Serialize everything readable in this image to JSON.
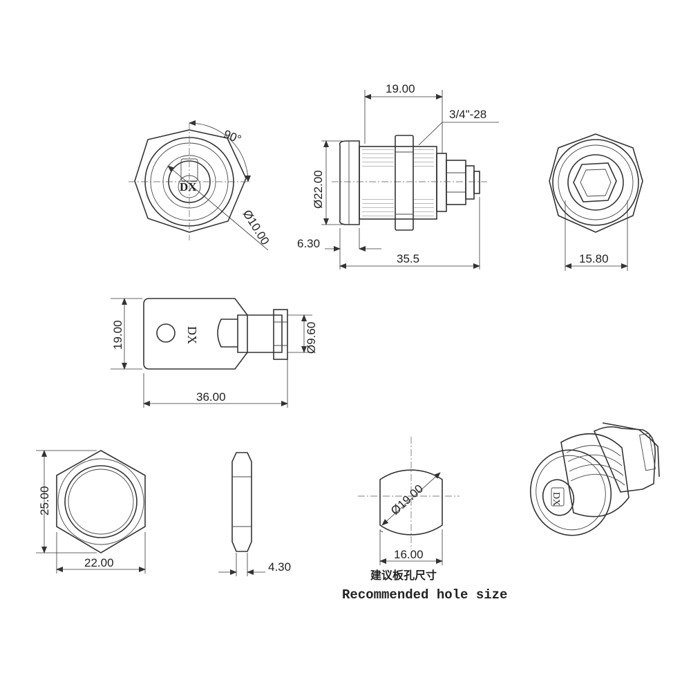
{
  "dimensions": {
    "front_rotation": "90°",
    "front_diameter": "Ø10.00",
    "side_length": "19.00",
    "side_thread": "3/4\"-28",
    "side_diameter": "Ø22.00",
    "side_flange": "6.30",
    "side_total": "35.5",
    "back_width": "15.80",
    "key_height": "19.00",
    "key_diameter": "Ø9.60",
    "key_length": "36.00",
    "nut_height": "25.00",
    "nut_width": "22.00",
    "nut_thickness": "4.30",
    "hole_diameter": "Ø19.00",
    "hole_flat": "16.00"
  },
  "labels": {
    "brand_mark": "DX",
    "hole_note_cn": "建议板孔尺寸",
    "hole_note_en": "Recommended hole size"
  }
}
